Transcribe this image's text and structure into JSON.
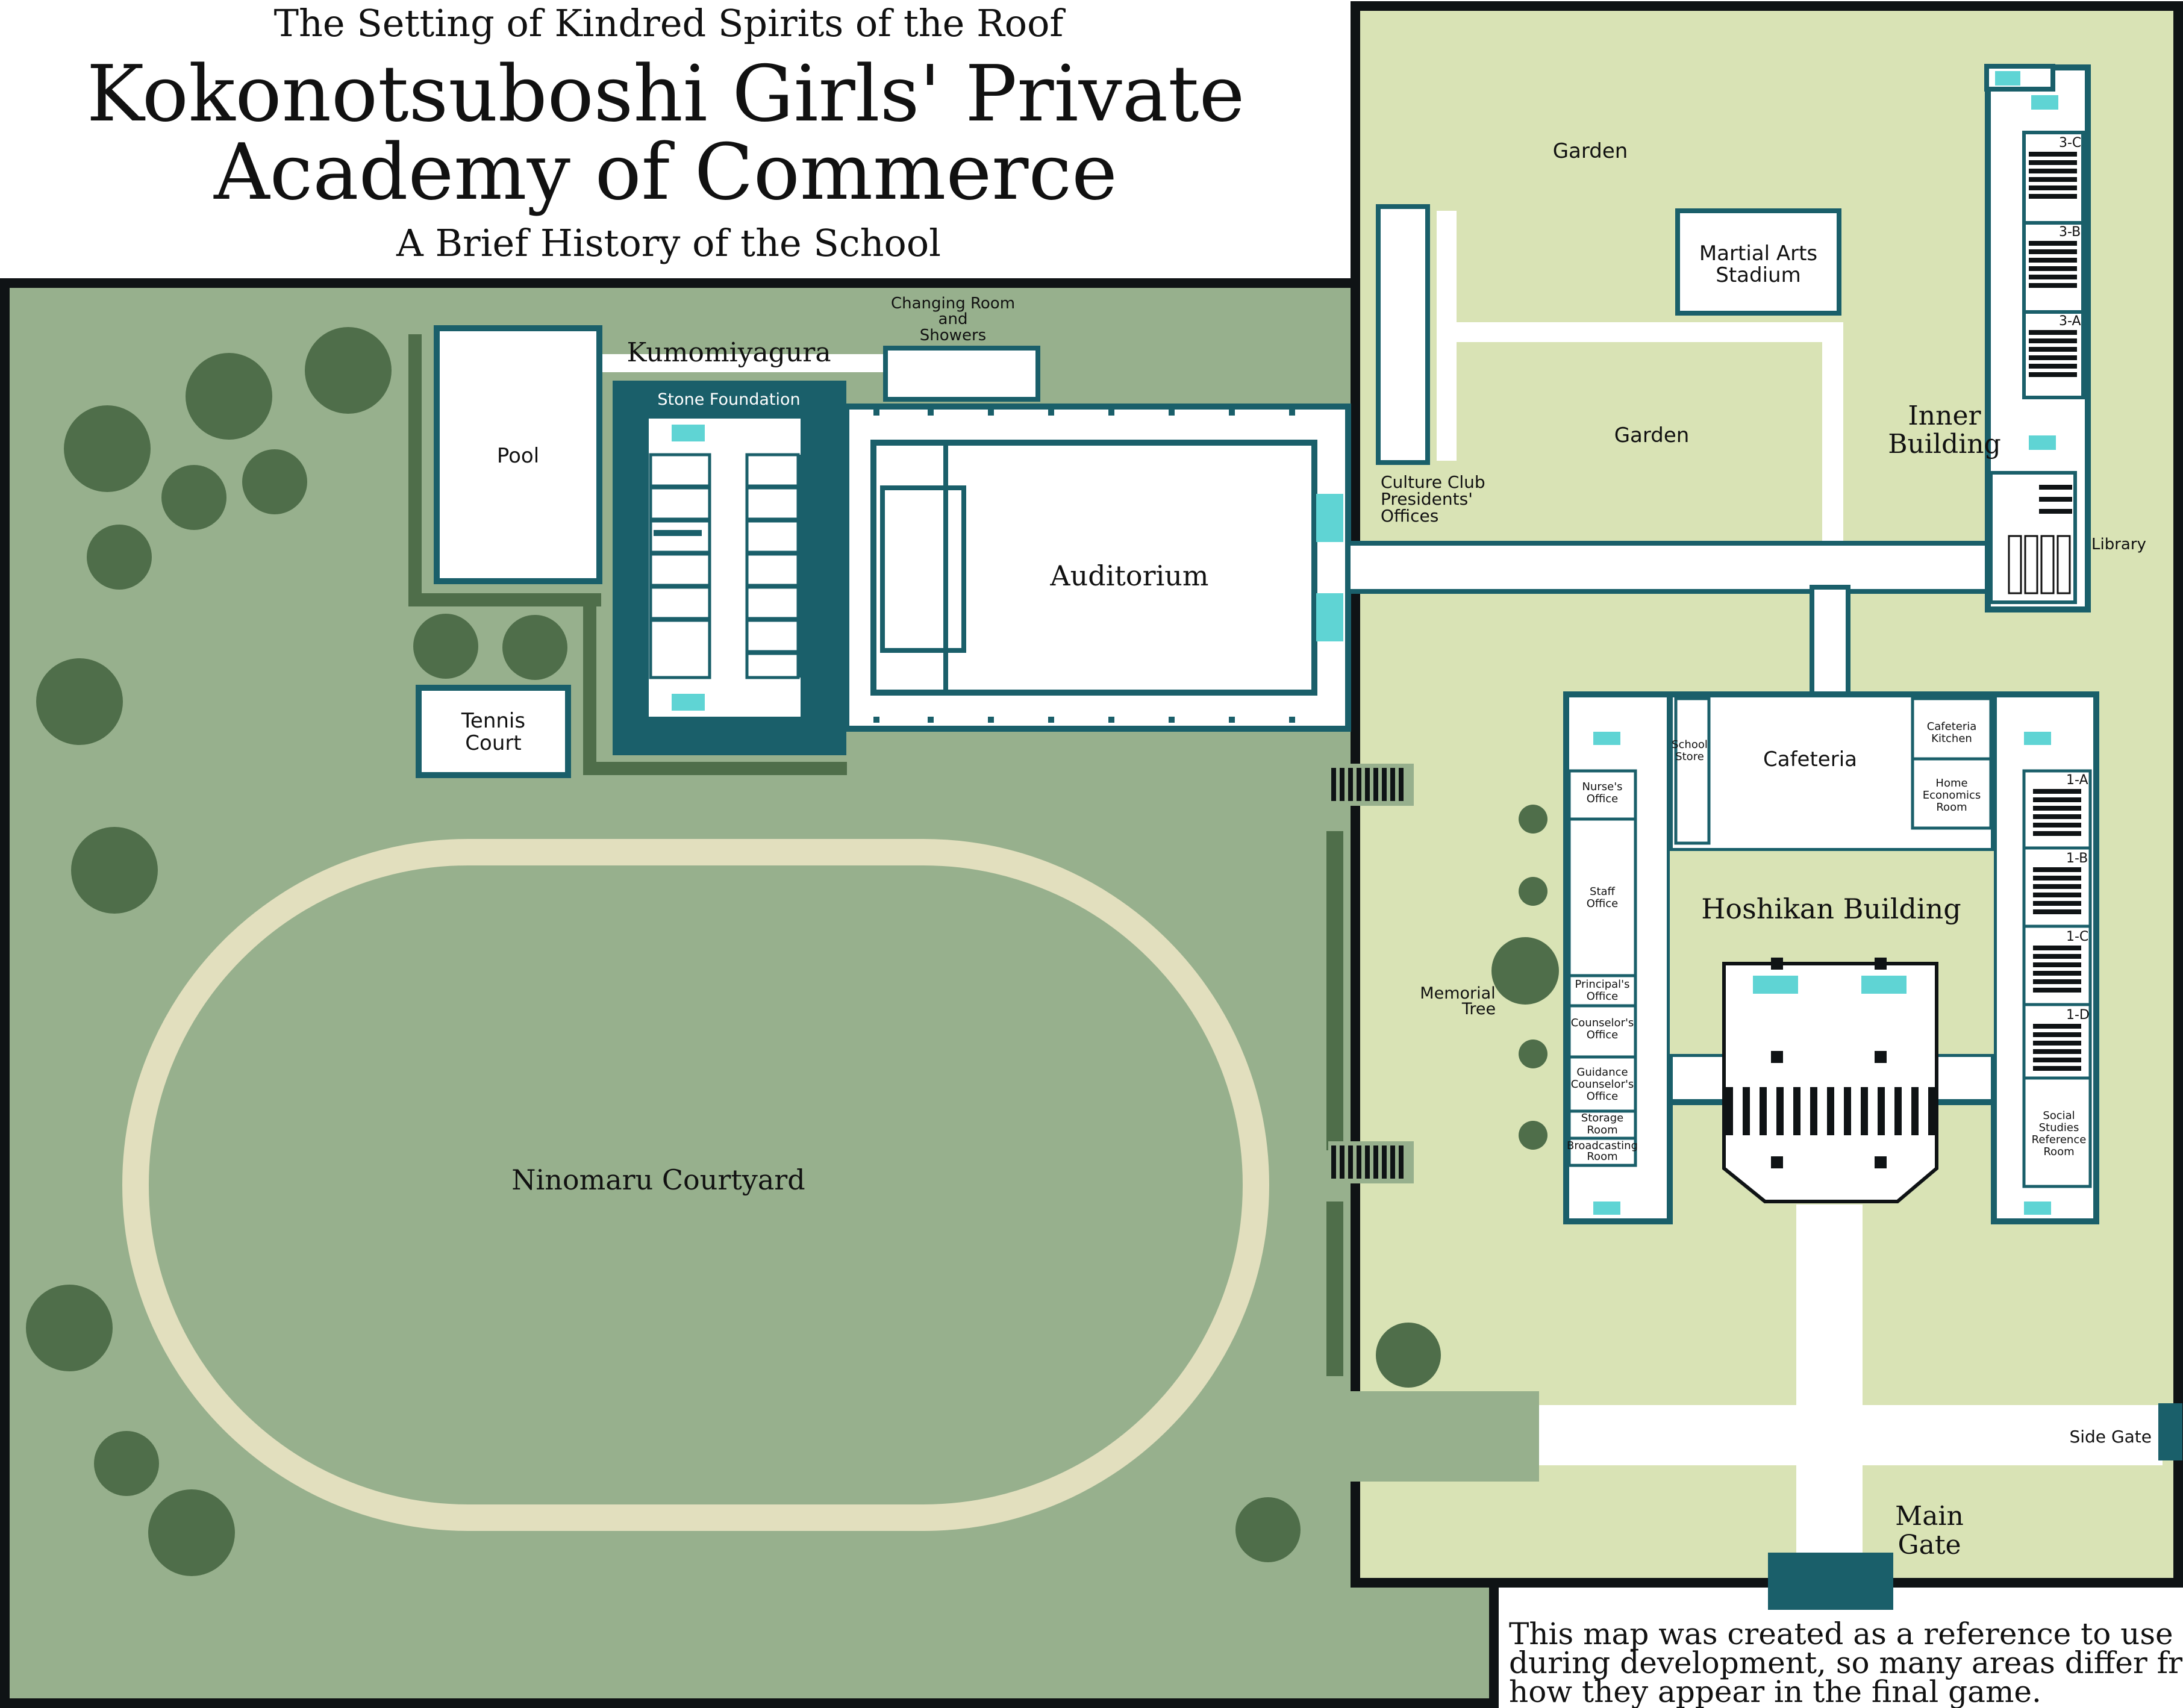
{
  "header": {
    "subtitle_top": "The Setting of Kindred Spirits of the Roof",
    "title_line1": "Kokonotsuboshi Girls' Private",
    "title_line2": "Academy of Commerce",
    "subtitle_bottom": "A Brief History of the School"
  },
  "colors": {
    "outer_ground": "#97b08d",
    "inner_ground": "#d9e3b5",
    "tree": "#4f6e4a",
    "building_dark": "#1a5f6a",
    "window_cyan": "#5fd4d4",
    "track": "#e2dfbe",
    "wall": "#0f1315"
  },
  "labels": {
    "kumomiyagura": "Kumomiyagura",
    "changing_room": [
      "Changing Room",
      "and",
      "Showers"
    ],
    "stone_foundation": "Stone Foundation",
    "pool": "Pool",
    "tennis_court": [
      "Tennis",
      "Court"
    ],
    "auditorium": "Auditorium",
    "courtyard": "Ninomaru Courtyard",
    "garden_top": "Garden",
    "garden_mid": "Garden",
    "martial_arts": [
      "Martial Arts",
      "Stadium"
    ],
    "culture_club": [
      "Culture Club",
      "Presidents'",
      "Offices"
    ],
    "inner_building": [
      "Inner",
      "Building"
    ],
    "library": "Library",
    "memorial_tree": [
      "Memorial",
      "Tree"
    ],
    "hoshikan": "Hoshikan Building",
    "cafeteria": "Cafeteria",
    "cafeteria_kitchen": [
      "Cafeteria",
      "Kitchen"
    ],
    "school_store": [
      "School",
      "Store"
    ],
    "home_economics": [
      "Home",
      "Economics",
      "Room"
    ],
    "nurse": [
      "Nurse's",
      "Office"
    ],
    "staff": [
      "Staff",
      "Office"
    ],
    "principal": [
      "Principal's",
      "Office"
    ],
    "counselor": [
      "Counselor's",
      "Office"
    ],
    "guidance": [
      "Guidance",
      "Counselor's",
      "Office"
    ],
    "storage": [
      "Storage",
      "Room"
    ],
    "broadcasting": [
      "Broadcasting",
      "Room"
    ],
    "social_studies": [
      "Social",
      "Studies",
      "Reference",
      "Room"
    ],
    "side_gate": "Side Gate",
    "main_gate": [
      "Main",
      "Gate"
    ],
    "rooms_inner": [
      "3-C",
      "3-B",
      "3-A"
    ],
    "rooms_hoshikan": [
      "1-A",
      "1-B",
      "1-C",
      "1-D"
    ]
  },
  "note": [
    "This map was created as a reference to use",
    "during development, so many areas differ from",
    "how they appear in the final game."
  ]
}
